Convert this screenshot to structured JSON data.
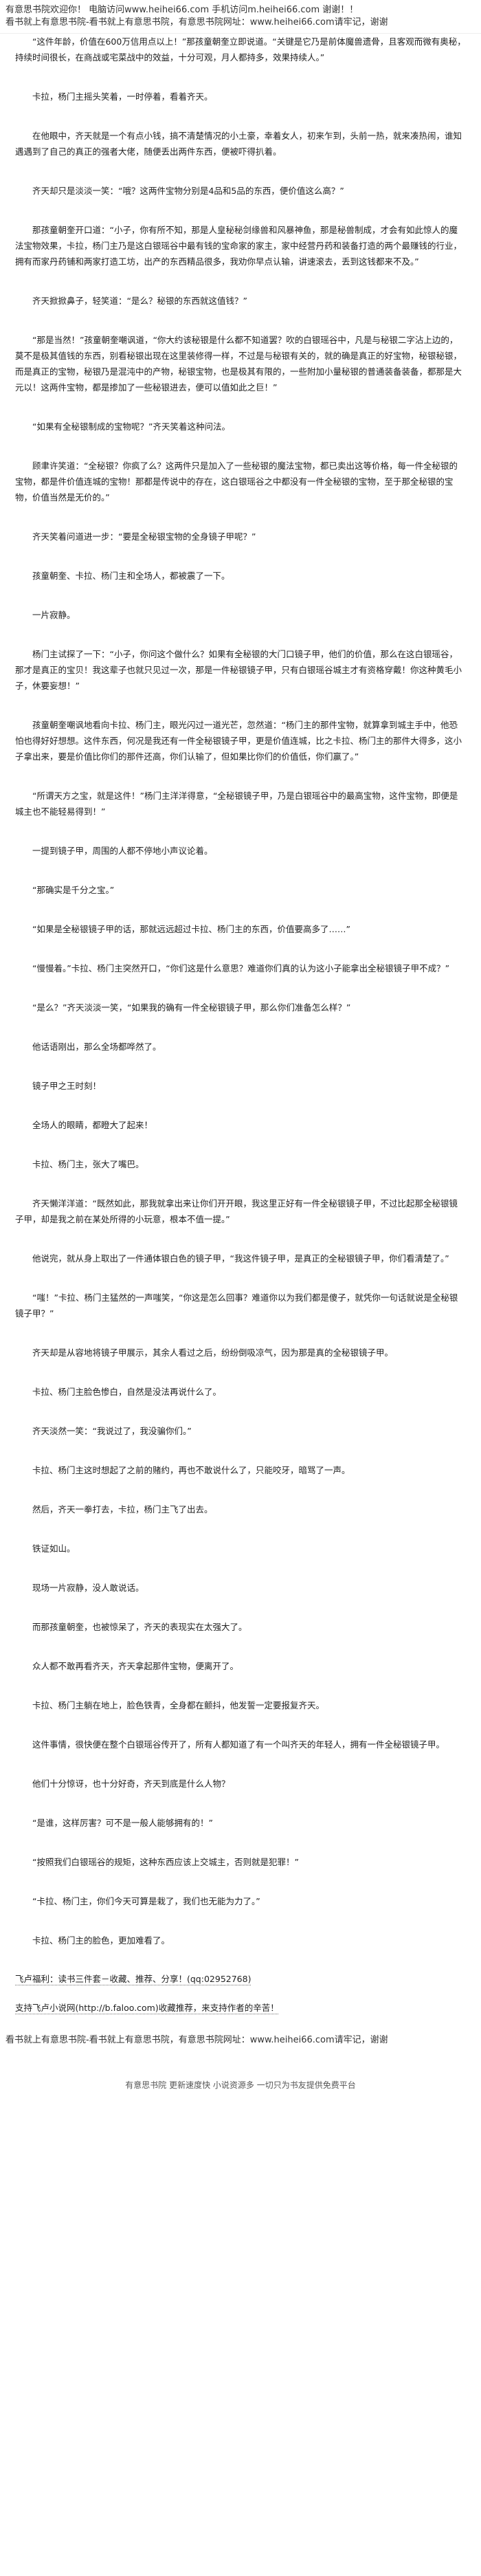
{
  "header": {
    "line1": "有意思书院欢迎你！ 电脑访问www.heihei66.com  手机访问m.heihei66.com  谢谢！！",
    "line2": "看书就上有意思书院-看书就上有意思书院，有意思书院网址：www.heihei66.com请牢记，谢谢"
  },
  "paragraphs": [
    "“这件年龄，价值在600万信用点以上！”那孩童朝奎立即说道。“关键是它乃是前体魔兽遗骨，且客观而微有奥秘，持续时间很长，在商战或宅菜战中的效益，十分可观，月人都持多，效果持续人。”",
    "卡拉，杨门主摇头笑着，一时停着，看着齐天。",
    "在他眼中，齐天就是一个有点小钱，搞不清楚情况的小土豪，幸着女人，初来乍到，头前一热，就来凑热闹，谁知遇遇到了自己的真正的强者大佬，随便丢出两件东西，便被吓得扒着。",
    "齐天却只是淡淡一笑：“哦？这两件宝物分别是4品和5品的东西，便价值这么高？”",
    "那孩童朝奎开口道：“小子，你有所不知，那是人皇秘秘剑缘兽和风暴神鱼，那是秘兽制成，才会有如此惊人的魔法宝物效果，卡拉，杨门主乃是这白银瑶谷中最有钱的宝命家的家主，家中经营丹药和装备打造的两个最赚钱的行业，拥有而家丹药铺和两家打造工坊，出产的东西精品很多，我劝你早点认输，讲速滚去，丢到这钱都来不及。”",
    "齐天掀掀鼻子，轻笑道：“是么？秘银的东西就这值钱？”",
    "“那是当然！”孩童朝奎嘲讽道，“你大约该秘银是什么都不知道罢？吹的白银瑶谷中，凡是与秘银二字沾上边的，莫不是极其值钱的东西，别看秘银出现在这里装修得一样，不过是与秘银有关的，就的确是真正的好宝物，秘银秘银，而是真正的宝物，秘银乃是混沌中的产物，秘银宝物，也是极其有限的，一些附加小量秘银的普通装备装备，都那是大元以！这两件宝物，都是掺加了一些秘银进去，便可以值如此之巨！”",
    "“如果有全秘银制成的宝物呢？”齐天笑着这种问法。",
    "顾聿许笑道：“全秘银？你疯了么？这两件只是加入了一些秘银的魔法宝物，都已卖出这等价格，每一件全秘银的宝物，都是件价值连城的宝物！那都是传说中的存在，这白银瑶谷之中都没有一件全秘银的宝物，至于那全秘银的宝物，价值当然是无价的。”",
    "齐天笑着问道进一步：“要是全秘银宝物的全身镜子甲呢？”",
    "孩童朝奎、卡拉、杨门主和全场人，都被震了一下。",
    "一片寂静。",
    "杨门主试探了一下：“小子，你问这个做什么？如果有全秘银的大门口镜子甲，他们的价值，那么在这白银瑶谷，那才是真正的宝贝！我这辈子也就只见过一次，那是一件秘银镜子甲，只有白银瑶谷城主才有资格穿戴！你这种黄毛小子，休要妄想！”",
    "孩童朝奎嘲讽地看向卡拉、杨门主，眼光闪过一道光芒，忽然道：“杨门主的那件宝物，就算拿到城主手中，他恐怕也得好好想想。这件东西，何况是我还有一件全秘银镜子甲，更是价值连城，比之卡拉、杨门主的那件大得多，这小子拿出来，要是价值比你们的那件还高，你们认输了，但如果比你们的价值低，你们赢了。”",
    "“所谓天方之宝，就是这件！”杨门主洋洋得意，“全秘银镜子甲，乃是白银瑶谷中的最高宝物，这件宝物，即便是城主也不能轻易得到！”",
    "一提到镜子甲，周围的人都不停地小声议论着。",
    "“那确实是千分之宝。”",
    "“如果是全秘银镜子甲的话，那就远远超过卡拉、杨门主的东西，价值要高多了……”",
    "“慢慢着。”卡拉、杨门主突然开口，“你们这是什么意思？难道你们真的认为这小子能拿出全秘银镜子甲不成？”",
    "“是么？”齐天淡淡一笑，“如果我的确有一件全秘银镜子甲，那么你们准备怎么样？”",
    "他话语刚出，那么全场都哗然了。",
    "镜子甲之王时刻！",
    "全场人的眼睛，都瞪大了起来！",
    "卡拉、杨门主，张大了嘴巴。",
    "齐天懒洋洋道：“既然如此，那我就拿出来让你们开开眼，我这里正好有一件全秘银镜子甲，不过比起那全秘银镜子甲，却是我之前在某处所得的小玩意，根本不值一提。”",
    "他说完，就从身上取出了一件通体银白色的镜子甲，“我这件镜子甲，是真正的全秘银镜子甲，你们看清楚了。”",
    "“嗤！”卡拉、杨门主猛然的一声嗤笑，“你这是怎么回事？难道你以为我们都是傻子，就凭你一句话就说是全秘银镜子甲？”",
    "齐天却是从容地将镜子甲展示，其余人看过之后，纷纷倒吸凉气，因为那是真的全秘银镜子甲。",
    "卡拉、杨门主脸色惨白，自然是没法再说什么了。",
    "齐天淡然一笑：“我说过了，我没骗你们。”",
    "卡拉、杨门主这时想起了之前的赌约，再也不敢说什么了，只能咬牙，暗骂了一声。",
    "然后，齐天一拳打去，卡拉，杨门主飞了出去。",
    "铁证如山。",
    "现场一片寂静，没人敢说话。",
    "而那孩童朝奎，也被惊呆了，齐天的表现实在太强大了。",
    "众人都不敢再看齐天，齐天拿起那件宝物，便离开了。",
    "卡拉、杨门主躺在地上，脸色铁青，全身都在颤抖，他发誓一定要报复齐天。",
    "这件事情，很快便在整个白银瑶谷传开了，所有人都知道了有一个叫齐天的年轻人，拥有一件全秘银镜子甲。",
    "他们十分惊讶，也十分好奇，齐天到底是什么人物？",
    "“是谁，这样厉害？可不是一般人能够拥有的！”",
    "“按照我们白银瑶谷的规矩，这种东西应该上交城主，否则就是犯罪！”",
    "“卡拉、杨门主，你们今天可算是栽了，我们也无能为力了。”",
    "卡拉、杨门主的脸色，更加难看了。"
  ],
  "notes": [
    "飞卢福利：读书三件套－收藏、推荐、分享！(qq:02952768)",
    "支持飞卢小说网(http://b.faloo.com)收藏推荐，来支持作者的辛苦！"
  ],
  "footer_banner": "看书就上有意思书院-看书就上有意思书院，有意思书院网址：www.heihei66.com请牢记，谢谢",
  "footer": "有意思书院 更新速度快 小说资源多 一切只为书友提供免费平台"
}
